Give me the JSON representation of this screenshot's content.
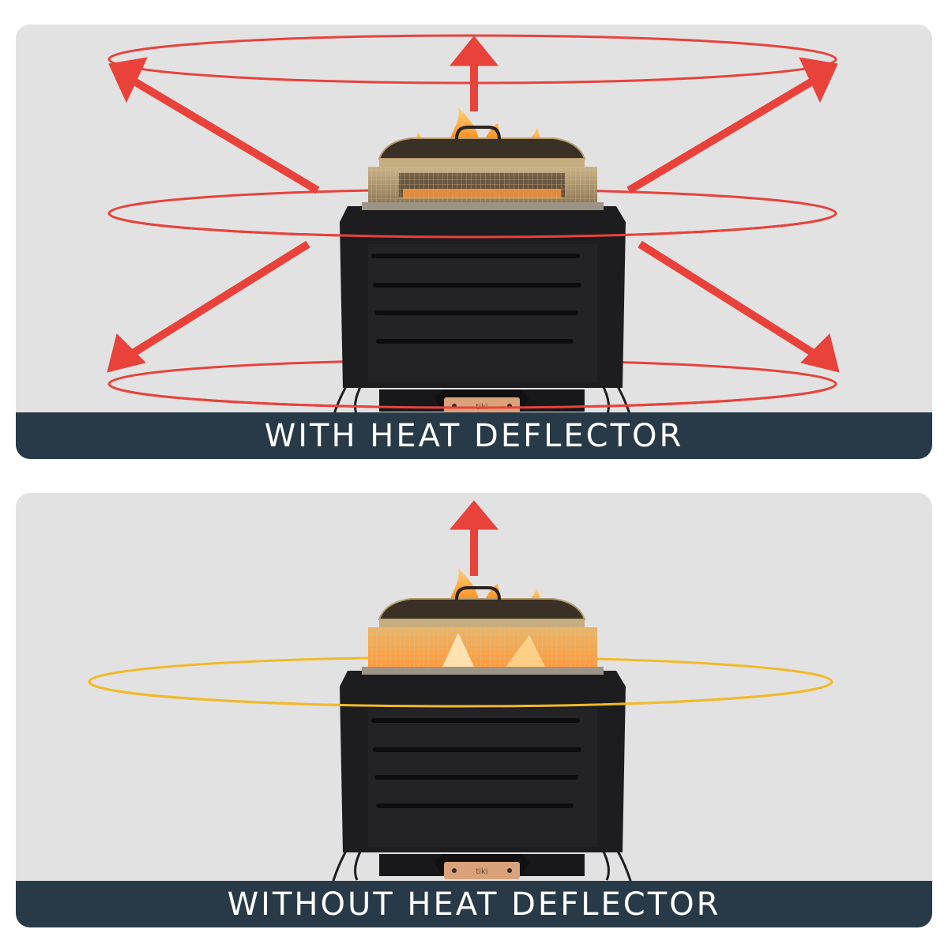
{
  "panels": [
    {
      "id": "with",
      "caption": "WITH HEAT DEFLECTOR",
      "heat_ring_color": "#e8423b",
      "arrow_color": "#e8423b",
      "heat_rings": 3,
      "arrows": [
        "up",
        "up-left",
        "up-right",
        "down-left",
        "down-right"
      ]
    },
    {
      "id": "without",
      "caption": "WITHOUT HEAT DEFLECTOR",
      "heat_ring_color": "#f2b928",
      "arrow_color": "#e8423b",
      "heat_rings": 1,
      "arrows": [
        "up"
      ]
    }
  ],
  "product": {
    "badge_text": "tiki",
    "body_color": "#1d1d1f",
    "handle_color": "#d9a27a",
    "panel_bg": "#e2e2e3",
    "caption_bg": "#283a47"
  }
}
